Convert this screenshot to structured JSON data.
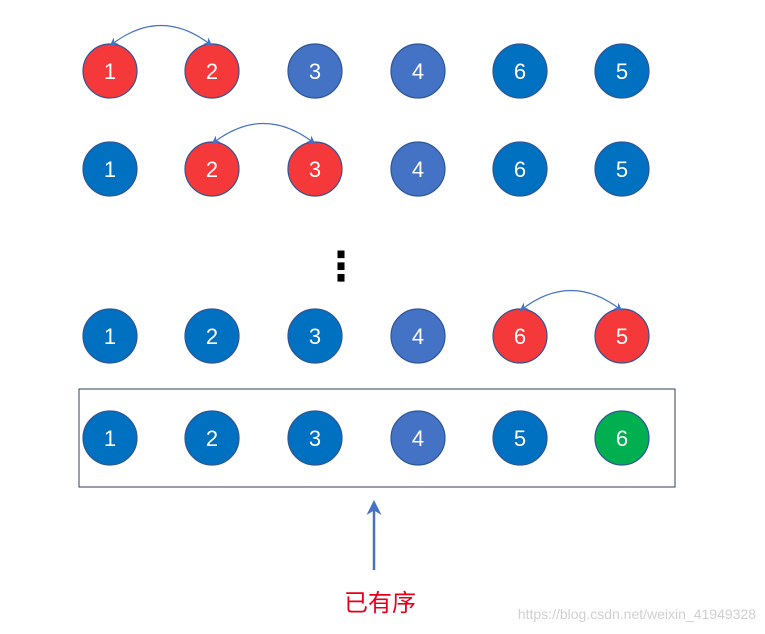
{
  "colors": {
    "unsorted": "#0070C0",
    "muted_blue": "#4472C4",
    "compared": "#F5383A",
    "sorted": "#00B050",
    "circle_stroke": "#2F5597",
    "arrow": "#4472C4",
    "box_border": "#2F3E5C",
    "caption": "#E3001B",
    "watermark": "#D0D0D0"
  },
  "rows": [
    {
      "id": "row-1",
      "items": [
        {
          "label": "1",
          "state": "compared"
        },
        {
          "label": "2",
          "state": "compared"
        },
        {
          "label": "3",
          "state": "muted"
        },
        {
          "label": "4",
          "state": "muted"
        },
        {
          "label": "6",
          "state": "unsorted"
        },
        {
          "label": "5",
          "state": "unsorted"
        }
      ],
      "swap": [
        0,
        1
      ]
    },
    {
      "id": "row-2",
      "items": [
        {
          "label": "1",
          "state": "unsorted"
        },
        {
          "label": "2",
          "state": "compared"
        },
        {
          "label": "3",
          "state": "compared"
        },
        {
          "label": "4",
          "state": "muted"
        },
        {
          "label": "6",
          "state": "unsorted"
        },
        {
          "label": "5",
          "state": "unsorted"
        }
      ],
      "swap": [
        1,
        2
      ]
    },
    {
      "id": "row-3",
      "items": [
        {
          "label": "1",
          "state": "unsorted"
        },
        {
          "label": "2",
          "state": "unsorted"
        },
        {
          "label": "3",
          "state": "unsorted"
        },
        {
          "label": "4",
          "state": "muted"
        },
        {
          "label": "6",
          "state": "compared"
        },
        {
          "label": "5",
          "state": "compared"
        }
      ],
      "swap": [
        4,
        5
      ]
    },
    {
      "id": "row-4",
      "items": [
        {
          "label": "1",
          "state": "unsorted"
        },
        {
          "label": "2",
          "state": "unsorted"
        },
        {
          "label": "3",
          "state": "unsorted"
        },
        {
          "label": "4",
          "state": "muted"
        },
        {
          "label": "5",
          "state": "unsorted"
        },
        {
          "label": "6",
          "state": "sorted"
        }
      ],
      "swap": null,
      "boxed": true
    }
  ],
  "ellipsis": "⋮",
  "caption": "已有序",
  "watermark": "https://blog.csdn.net/weixin_41949328"
}
